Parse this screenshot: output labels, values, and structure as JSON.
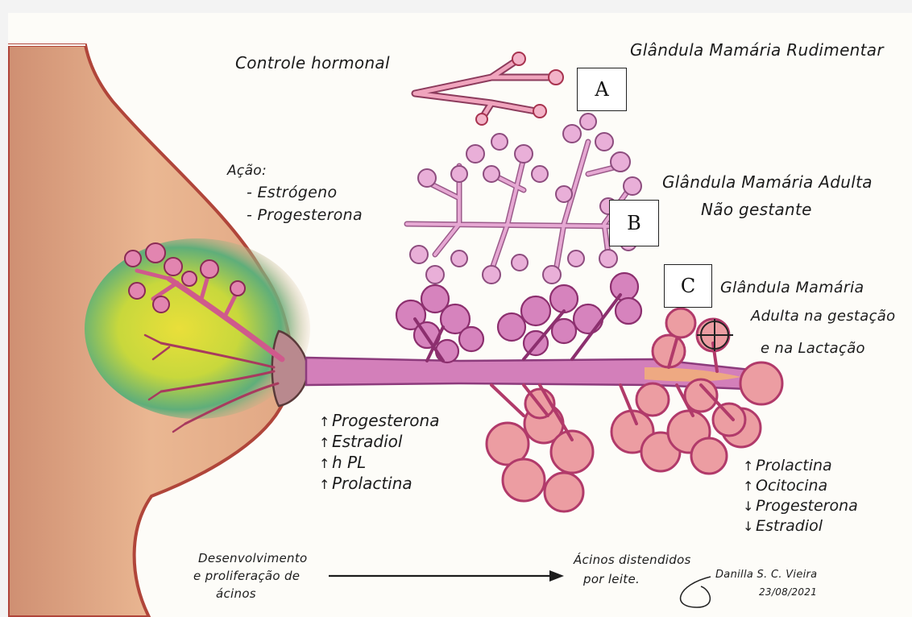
{
  "labels": {
    "rudimentary": "Glândula Mamária Rudimentar",
    "hormonal_control": "Controle hormonal",
    "action_title": "Ação:",
    "action_items": [
      "- Estrógeno",
      "- Progesterona"
    ],
    "adult_line1": "Glândula Mamária Adulta",
    "adult_line2": "Não gestante",
    "pregnant_line1": "Glândula Mamária",
    "pregnant_line2": "Adulta na gestação",
    "pregnant_line3": "e na Lactação",
    "dev_line1": "Desenvolvimento",
    "dev_line2": "e proliferação de",
    "dev_line3": "ácinos",
    "acini_line1": "Ácinos distendidos",
    "acini_line2": "por leite.",
    "signature": "Danilla S. C. Vieira",
    "date": "23/08/2021"
  },
  "boxes": {
    "a": "A",
    "b": "B",
    "c": "C"
  },
  "hormones_left": [
    {
      "arrow": "up",
      "glyph": "↑",
      "label": "Progesterona"
    },
    {
      "arrow": "up",
      "glyph": "↑",
      "label": "Estradiol"
    },
    {
      "arrow": "up",
      "glyph": "↑",
      "label": "h PL"
    },
    {
      "arrow": "up",
      "glyph": "↑",
      "label": "Prolactina"
    }
  ],
  "hormones_right": [
    {
      "arrow": "up",
      "glyph": "↑",
      "label": "Prolactina"
    },
    {
      "arrow": "up",
      "glyph": "↑",
      "label": "Ocitocina"
    },
    {
      "arrow": "down",
      "glyph": "↓",
      "label": "Progesterona"
    },
    {
      "arrow": "down",
      "glyph": "↓",
      "label": "Estradiol"
    }
  ],
  "colors": {
    "breast_skin": "#e9b48c",
    "breast_outline": "#b0453a",
    "gland_pink": "#e6a2cc",
    "acini_pink": "#d683bd",
    "lactating_acini": "#ec9da2",
    "duct": "#d47fb8",
    "ink": "#1c1c1c",
    "milk_duct_center": "#f2b078"
  }
}
